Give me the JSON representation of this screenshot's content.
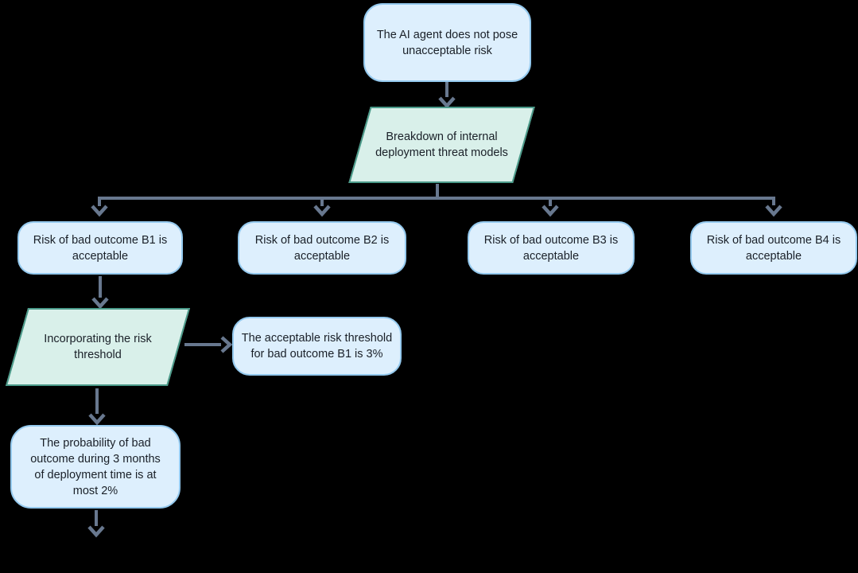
{
  "diagram": {
    "type": "flowchart",
    "nodes": {
      "root": {
        "shape": "rounded-rect",
        "label": "The AI agent does not pose unacceptable risk"
      },
      "breakdown": {
        "shape": "parallelogram",
        "label": "Breakdown of internal deployment threat models"
      },
      "risk_b1": {
        "shape": "rounded-rect",
        "label": "Risk of bad outcome B1 is acceptable"
      },
      "risk_b2": {
        "shape": "rounded-rect",
        "label": "Risk of bad outcome B2 is acceptable"
      },
      "risk_b3": {
        "shape": "rounded-rect",
        "label": "Risk of bad outcome B3 is acceptable"
      },
      "risk_b4": {
        "shape": "rounded-rect",
        "label": "Risk of bad outcome B4 is acceptable"
      },
      "threshold": {
        "shape": "parallelogram",
        "label": "Incorporating the risk threshold"
      },
      "threshold_value": {
        "shape": "rounded-rect",
        "label": "The acceptable risk threshold for bad outcome B1 is 3%"
      },
      "probability": {
        "shape": "rounded-rect",
        "label": "The probability of bad outcome during 3 months of deployment time is at most 2%"
      }
    },
    "edges": [
      {
        "from": "root",
        "to": "breakdown"
      },
      {
        "from": "breakdown",
        "to": "risk_b1"
      },
      {
        "from": "breakdown",
        "to": "risk_b2"
      },
      {
        "from": "breakdown",
        "to": "risk_b3"
      },
      {
        "from": "breakdown",
        "to": "risk_b4"
      },
      {
        "from": "risk_b1",
        "to": "threshold"
      },
      {
        "from": "threshold",
        "to": "threshold_value"
      },
      {
        "from": "threshold",
        "to": "probability"
      },
      {
        "from": "probability",
        "to": "continuation_below"
      }
    ]
  },
  "colors": {
    "background": "#000000",
    "node_fill": "#ddeffd",
    "node_border": "#94c9ee",
    "process_fill": "#d9f0ea",
    "process_border": "#4a9a89",
    "connector": "#68788f",
    "text": "#1a2028"
  }
}
